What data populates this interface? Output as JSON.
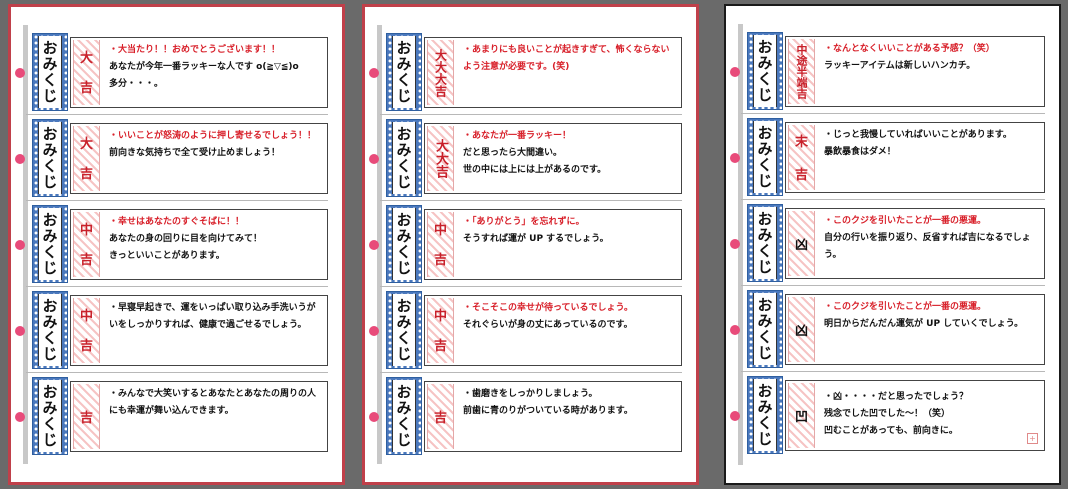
{
  "pages": [
    {
      "strips": [
        {
          "stub": "おみくじ",
          "fortune": "大吉",
          "lines": [
            "・大当たり！！おめでとうございます！！",
            "あなたが今年一番ラッキーな人です o(≧▽≦)o",
            "多分・・・。"
          ]
        },
        {
          "stub": "おみくじ",
          "fortune": "大吉",
          "lines": [
            "・いいことが怒涛のように押し寄せるでしょう！！",
            "前向きな気持ちで全て受け止めましょう！"
          ]
        },
        {
          "stub": "おみくじ",
          "fortune": "中吉",
          "lines": [
            "・幸せはあなたのすぐそばに！！",
            "あなたの身の回りに目を向けてみて！",
            "きっといいことがあります。"
          ]
        },
        {
          "stub": "おみくじ",
          "fortune": "中吉",
          "lines": [
            "・早寝早起きで、運をいっぱい取り込み手洗いうがいをしっかりすれば、健康で過ごせるでしょう。"
          ]
        },
        {
          "stub": "おみくじ",
          "fortune": "吉",
          "lines": [
            "・みんなで大笑いするとあなたとあなたの周りの人にも幸運が舞い込んできます。"
          ]
        }
      ]
    },
    {
      "strips": [
        {
          "stub": "おみくじ",
          "fortune": "大大大吉",
          "lines": [
            "・あまりにも良いことが起きすぎて、怖くならないよう注意が必要です。(笑)"
          ]
        },
        {
          "stub": "おみくじ",
          "fortune": "大大吉",
          "lines": [
            "・あなたが一番ラッキー！",
            "だと思ったら大間違い。",
            "世の中には上には上があるのです。"
          ]
        },
        {
          "stub": "おみくじ",
          "fortune": "中吉",
          "lines": [
            "・「ありがとう」を忘れずに。",
            "そうすれば運が UP するでしょう。"
          ]
        },
        {
          "stub": "おみくじ",
          "fortune": "中吉",
          "lines": [
            "・そこそこの幸せが待っているでしょう。",
            "それぐらいが身の丈にあっているのです。"
          ]
        },
        {
          "stub": "おみくじ",
          "fortune": "吉",
          "lines": [
            "・歯磨きをしっかりしましょう。",
            "前歯に青のりがついている時があります。"
          ]
        }
      ]
    },
    {
      "strips": [
        {
          "stub": "おみくじ",
          "fortune": "中途半端吉",
          "lines": [
            "・なんとなくいいことがある予感？（笑）",
            "ラッキーアイテムは新しいハンカチ。"
          ]
        },
        {
          "stub": "おみくじ",
          "fortune": "末吉",
          "lines": [
            "・じっと我慢していればいいことがあります。",
            "暴飲暴食はダメ！"
          ]
        },
        {
          "stub": "おみくじ",
          "fortune": "凶",
          "lines": [
            "・このクジを引いたことが一番の悪運。",
            "自分の行いを振り返り、反省すれば吉になるでしょう。"
          ]
        },
        {
          "stub": "おみくじ",
          "fortune": "凶",
          "lines": [
            "・このクジを引いたことが一番の悪運。",
            "明日からだんだん運気が UP していくでしょう。"
          ]
        },
        {
          "stub": "おみくじ",
          "fortune": "凹",
          "lines": [
            "・凶・・・・だと思ったでしょう？",
            "残念でした凹でした～！（笑）",
            "凹むことがあっても、前向きに。"
          ]
        }
      ]
    }
  ],
  "colors": {
    "accent_red": "#d8202a",
    "pattern_blue": "#4a78bd",
    "dot_pink": "#e84b7a"
  },
  "icons": {
    "corner": "plus-box-icon"
  }
}
